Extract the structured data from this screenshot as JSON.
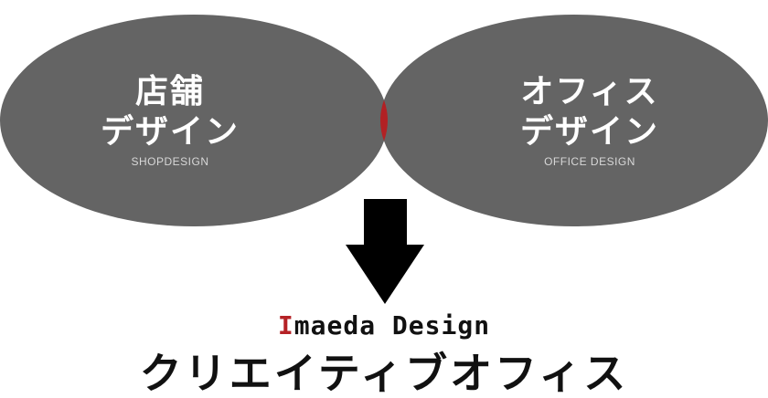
{
  "diagram": {
    "left_circle": {
      "title_line1": "店舗",
      "title_line2": "デザイン",
      "subtitle": "SHOPDESIGN"
    },
    "right_circle": {
      "title_line1": "オフィス",
      "title_line2": "デザイン",
      "subtitle": "OFFICE DESIGN"
    },
    "brand": {
      "accent_letter": "I",
      "rest": "maeda Design"
    },
    "result_title": "クリエイティブオフィス"
  },
  "colors": {
    "ellipse_fill": "#646464",
    "overlap_fill": "#b22124",
    "arrow_fill": "#000000",
    "label_text": "#ffffff",
    "accent": "#b52226"
  }
}
